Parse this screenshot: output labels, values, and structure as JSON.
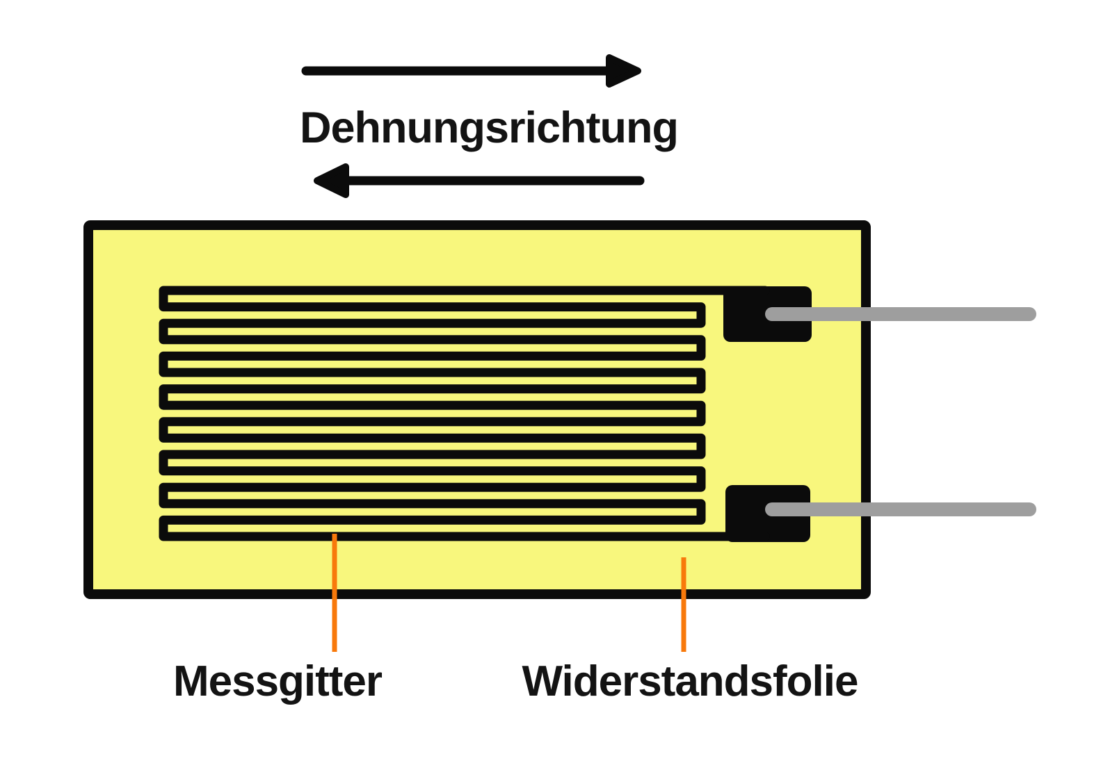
{
  "diagram": {
    "direction_label": "Dehnungsrichtung",
    "grid_label": "Messgitter",
    "foil_label": "Widerstandsfolie"
  },
  "colors": {
    "foil_yellow": "#F8F77D",
    "outline_black": "#0B0B0B",
    "wire_gray": "#9E9E9E",
    "leader_orange": "#F8790B",
    "text_black": "#131313",
    "bg_white": "#FFFFFF"
  }
}
